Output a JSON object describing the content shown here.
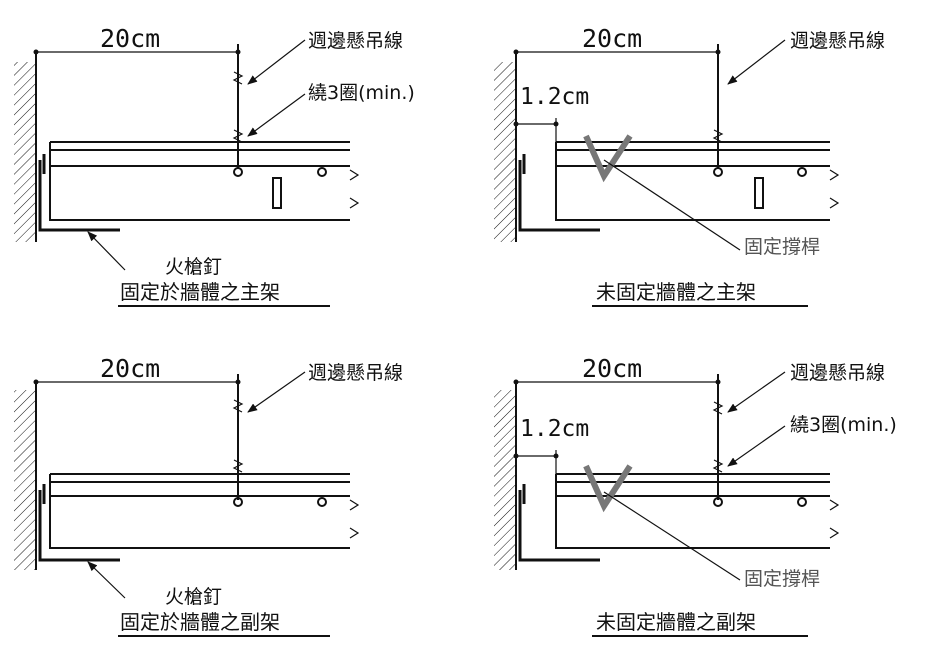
{
  "panels": [
    {
      "id": "top-left",
      "dimension": "20cm",
      "hanger_label": "週邊懸吊線",
      "wrap_label": "繞3圈(min.)",
      "nail_label": "火槍釘",
      "caption": "固定於牆體之主架"
    },
    {
      "id": "top-right",
      "dimension": "20cm",
      "offset_dimension": "1.2cm",
      "hanger_label": "週邊懸吊線",
      "brace_label": "固定撐桿",
      "caption": "未固定牆體之主架"
    },
    {
      "id": "bottom-left",
      "dimension": "20cm",
      "hanger_label": "週邊懸吊線",
      "nail_label": "火槍釘",
      "caption": "固定於牆體之副架"
    },
    {
      "id": "bottom-right",
      "dimension": "20cm",
      "offset_dimension": "1.2cm",
      "hanger_label": "週邊懸吊線",
      "wrap_label": "繞3圈(min.)",
      "brace_label": "固定撐桿",
      "caption": "未固定牆體之副架"
    }
  ]
}
